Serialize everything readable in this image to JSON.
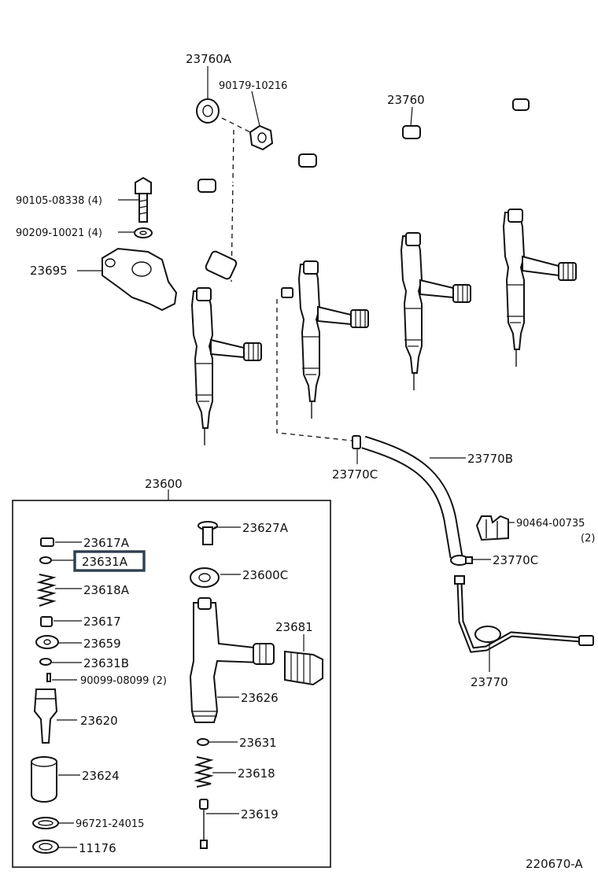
{
  "parts": {
    "p23760A": "23760A",
    "p90179": "90179-10216",
    "p23760": "23760",
    "p90105": "90105-08338 (4)",
    "p90209": "90209-10021 (4)",
    "p23695": "23695",
    "p23770C_top": "23770C",
    "p23770B": "23770B",
    "p23600": "23600",
    "p90464": "90464-00735",
    "p90464_qty": "(2)",
    "p23770C_bot": "23770C",
    "p23770": "23770",
    "p23617A": "23617A",
    "p23631A": "23631A",
    "p23618A": "23618A",
    "p23617": "23617",
    "p23659": "23659",
    "p23631B": "23631B",
    "p90099": "90099-08099 (2)",
    "p23620": "23620",
    "p23624": "23624",
    "p96721": "96721-24015",
    "p11176": "11176",
    "p23627A": "23627A",
    "p23600C": "23600C",
    "p23681": "23681",
    "p23626": "23626",
    "p23631": "23631",
    "p23618": "23618",
    "p23619": "23619"
  },
  "figure_code": "220670-A",
  "highlight_color": "#2f3f4f"
}
